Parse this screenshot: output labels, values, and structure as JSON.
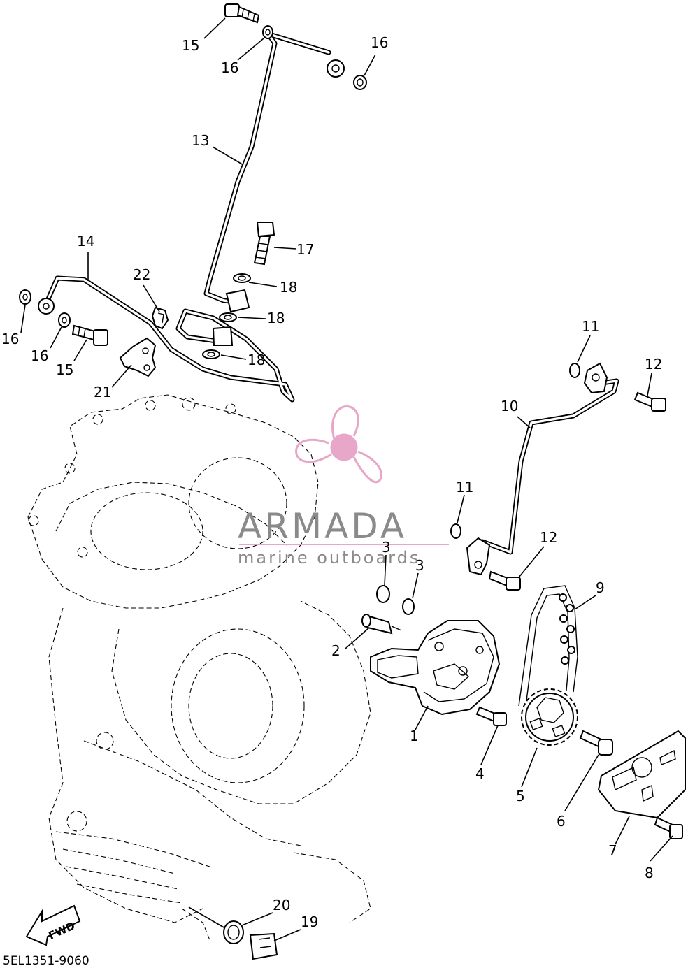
{
  "diagram_code": "5EL1351-9060",
  "direction_label": "FWD",
  "watermark": {
    "brand": "ARMADA",
    "tagline": "marine outboards",
    "logo_icon": "propeller-logo-icon",
    "logo_color": "#e8a6c8",
    "text_color": "#8a8a8a"
  },
  "callouts": {
    "c1": "1",
    "c2": "2",
    "c3a": "3",
    "c3b": "3",
    "c4": "4",
    "c5": "5",
    "c6": "6",
    "c7": "7",
    "c8": "8",
    "c9": "9",
    "c10": "10",
    "c11a": "11",
    "c11b": "11",
    "c12a": "12",
    "c12b": "12",
    "c13": "13",
    "c14": "14",
    "c15a": "15",
    "c15b": "15",
    "c16a": "16",
    "c16b": "16",
    "c16c": "16",
    "c16d": "16",
    "c17": "17",
    "c18a": "18",
    "c18b": "18",
    "c18c": "18",
    "c19": "19",
    "c20": "20",
    "c21": "21",
    "c22": "22"
  }
}
